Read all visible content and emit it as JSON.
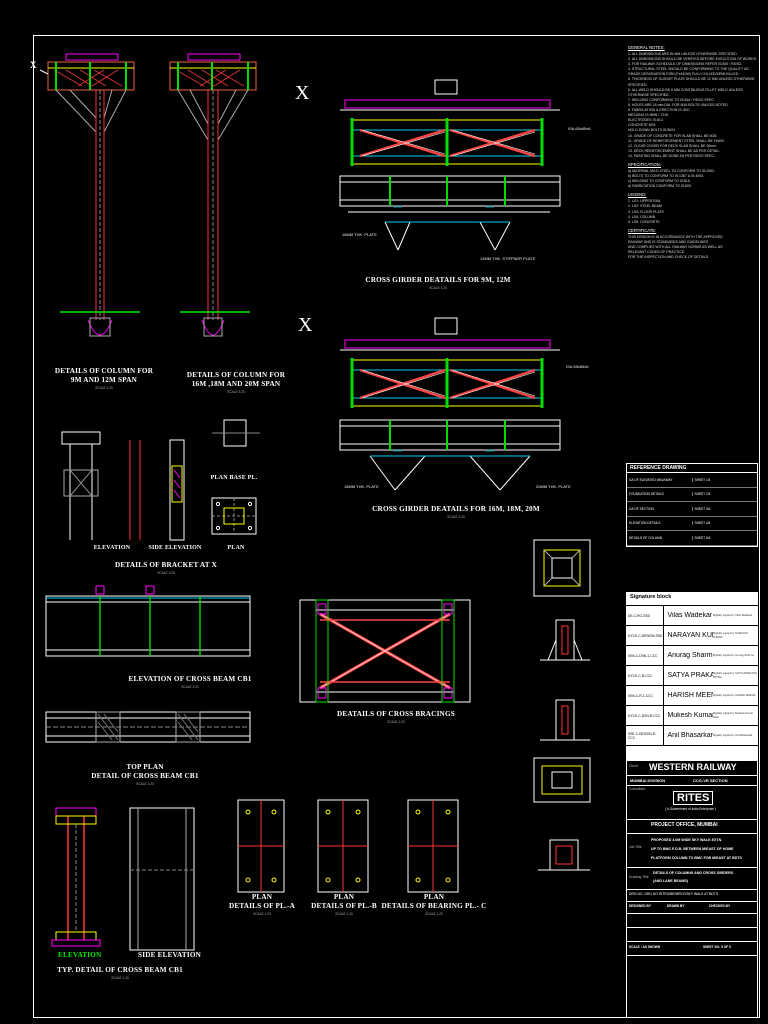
{
  "drawing": {
    "column_9m": [
      "DETAILS OF COLUMN FOR",
      "9M AND 12M SPAN"
    ],
    "column_16m": [
      "DETAILS OF COLUMN FOR",
      "16M ,18M AND 20M SPAN"
    ],
    "cross_girder_9m": "CROSS GIRDER DEATAILS FOR 9M, 12M",
    "cross_girder_16m": "CROSS GIRDER DEATAILS FOR 16M, 18M, 20M",
    "bracket": "DETAILS OF BRACKET AT X",
    "elevation": "ELEVATION",
    "side_elevation": "SIDE ELEVATION",
    "plan": "PLAN",
    "plan_base_pl": "PLAN BASE PL.",
    "elevation_cb1": "ELEVATION OF CROSS BEAM CB1",
    "cross_bracings": "DEATAILS OF CROSS BRACINGS",
    "top_plan": "TOP PLAN",
    "detail_cb1": "DETAIL OF CROSS BEAM CB1",
    "typ_detail_cb1": "TYP. DETAIL OF CROSS BEAM CB1",
    "elevation_green": "ELEVATION",
    "side_elevation_b": "SIDE ELEVATION",
    "pl_a": [
      "PLAN",
      "DETAILS OF PL.-A"
    ],
    "pl_b": [
      "PLAN",
      "DETAILS OF PL.-B"
    ],
    "pl_c": [
      "PLAN",
      "DETAILS OF BEARING PL.- C"
    ],
    "marker_x": "X",
    "dim_1200": "1200",
    "stiffener": "12MM THK. STIFFNER PLATE",
    "plate_16": "16MM THK. PLATE",
    "plate_18": "18MM THK. PLATE",
    "plate_20": "20MM THK. PLATE",
    "isa": "ISA 65x65x6",
    "scale": "SCALE 1:20"
  },
  "notes": {
    "general_head": "GENERAL NOTES:",
    "general": [
      "1.  ALL DIMENSIONS ARE IN MM UNLESS OTHERWISE SPECIFIED.",
      "2.  ALL DIMENSIONS SHOULD BE VERIFIED BEFORE EXECUTION OF WORKS.",
      "3.  FOR RAILWAY SCHEDULE OF DIMENSIONS REFER IS:800 / RDSO.",
      "4.  STRUCTURAL STEEL SHOULD BE CONFORMING TO THE QUALITY AS",
      "    GRADE DESIGNATION E250 (Fe410W) FULLY KILLED/SEMI-KILLED.",
      "5.  THICKNESS OF GUSSET PLATE SHOULD BE 12 MM UNLESS OTHERWISE",
      "    SPECIFIED.",
      "6.  ALL WELD SHOULD BE 6 MM CONTINUOUS FILLET WELD UNLESS",
      "    OTHERWISE SPECIFIED.",
      "7.  WELDING CONFORMING TO IS:816 / RDSO SPEC.",
      "8.  HOLES ARE 18 mm DIA. FOR M16 BOLTS UNLESS NOTED.",
      "9.  FABRICATION & ERECTION         IS: 800",
      "    WELDING                        IS:9595 / 7215",
      "    ELECTRODES                     IS:814",
      "    CONCRETE                       M25",
      "    HOLD DOWN BOLTS                IS:5624",
      "10. GRADE OF CONCRETE FOR SLAB SHALL BE M25.",
      "11. GRADE OF REINFORCEMENT STEEL SHALL BE Fe500.",
      "12. CLEAR COVER FOR DECK SLAB SHALL BE 30mm.",
      "13. DECK REINFORCEMENT SHALL BE AS PER DETAIL.",
      "14. PAINTING SHALL BE DONE AS PER RDSO SPEC."
    ],
    "spec_head": "SPECIFICATION:",
    "spec": [
      "a)  MATERIAL MILD STEEL TO CONFORM TO IS:2062.",
      "b)  BOLTS TO CONFORM TO IS:1367 & IS:4000.",
      "c)  WELDING TO CONFORM TO IS:816.",
      "d)  FABRICATION CONFORM TO IS:800."
    ],
    "legend_head": "LEGEND:",
    "legend": [
      "1.  LS1: UPPER RAIL",
      "2.  LS2: STEEL BEAM",
      "3.  LS3: FLOOR PLATE",
      "4.  LS4: COLUMN",
      "5.  LS5: CONCRETE"
    ],
    "cert_head": "CERTIFICATE:",
    "cert": [
      "THIS DESIGN IS IN ACCORDANCE WITH THE APPROVED",
      "RAILWAY AND IS STANDARDS AND GUIDELINES",
      "AND COMPLIES WITH ALL RAILWAY NORMS AS WELL AS",
      "RELEVANT CODES OF PRACTICE.",
      "FOR THE INSPECTION AND CHECK OF DETAILS."
    ]
  },
  "reference": {
    "title": "REFERENCE DRAWING",
    "rows": [
      [
        "GA OF ELEVATED WALKWAY",
        "SHEET 1/4"
      ],
      [
        "FOUNDATION DETAILS",
        "SHEET 2/4"
      ],
      [
        "GA OF SECTION",
        "SHEET 3/4"
      ],
      [
        "ELEVATION DETAILS",
        "SHEET 4/4"
      ],
      [
        "DETAILS OF COLUMN",
        "SHEET 5/4"
      ]
    ]
  },
  "signatures": {
    "title": "Signature block",
    "rows": [
      {
        "code": "DE-C-RO-SSD",
        "name": "Vilas Wadekar",
        "dsig": "Digitally signed by Vilas Wadekar"
      },
      {
        "code": "DYCE-C-DESIGN-SSD",
        "name": "NARAYAN KUMAR",
        "dsig": "Digitally signed by NARAYAN KUMAR"
      },
      {
        "code": "XEN-C-DSN-1-CCC",
        "name": "Anurag Sharma",
        "dsig": "Digitally signed by Anurag Sharma"
      },
      {
        "code": "DYCE-C-R-CCC",
        "name": "SATYA PRAKASH MITTAL",
        "dsig": "Digitally signed by SATYA PRAKASH MITTAL"
      },
      {
        "code": "XEN-C-R-1-CCC",
        "name": "HARISH MEENA",
        "dsig": "Digitally signed by HARISH MEENA"
      },
      {
        "code": "DYCE-C-DSN-R-CCC",
        "name": "Mukesh Kumar Patel",
        "dsig": "Digitally signed by Mukesh Kumar Patel"
      },
      {
        "code": "SSE-C-DESIGN-R-CCC",
        "name": "Anil Bhasarkar",
        "dsig": "Digitally signed by Anil Bhasarkar"
      }
    ]
  },
  "titleblock": {
    "client_caption": "Client",
    "client": "WESTERN RAILWAY",
    "division": "MUMBAI DIVISION",
    "section": "CCG-VR SECTION",
    "consultant_caption": "Consultant",
    "consultant": "RITES",
    "consultant_sub": "( A Government of India Enterprise )",
    "office": "PROJECT OFFICE, MUMBAI",
    "job_caption": "Job Title",
    "job": [
      "PROPOSED 4.0M WIDE SKY WALK EXTN.",
      "UP TO BMC F.O.B. BETWEEN M/EAST OF HOME",
      "PLATFORM COLUMN TO BMC FOB M/EAST AT BDTS"
    ],
    "drawing_caption": "Drawing Title",
    "drawing": [
      "DETAILS OF COLUMNS AND CROSS GIRDERS",
      "(AND LANE BEAMS)"
    ],
    "dwg_no": "DRG.NO. DRG NO RITES/BE/MRVC/SKY WALK AT BDTS",
    "footer": [
      "DESIGNED BY",
      "DRAWN BY",
      "CHECKED BY",
      "SCALE : AS SHOWN",
      "SHEET NO. 5 OF 5"
    ]
  }
}
